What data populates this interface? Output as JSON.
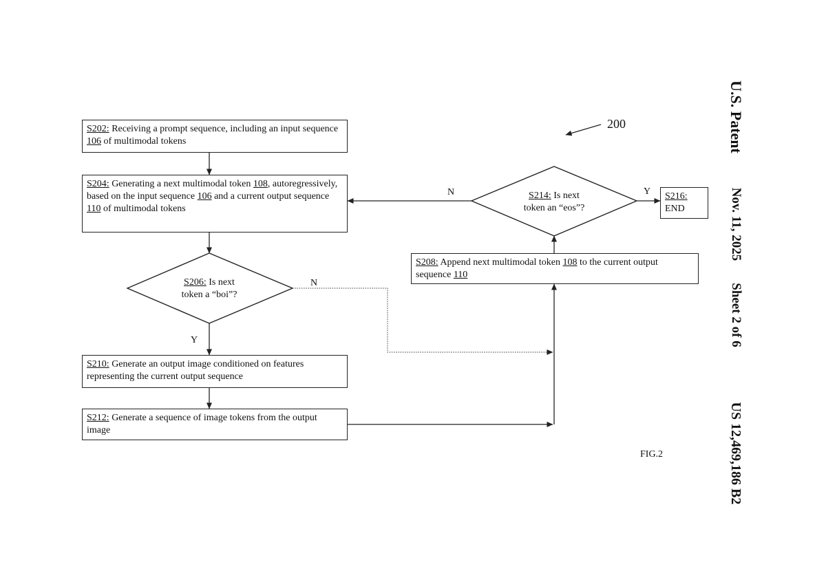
{
  "header": {
    "title": "U.S. Patent",
    "date": "Nov. 11, 2025",
    "sheet": "Sheet 2 of 6",
    "patent_number": "US 12,469,186 B2"
  },
  "figure": {
    "ref": "200",
    "caption": "FIG.2"
  },
  "steps": {
    "s202": {
      "id": "S202:",
      "p1": " Receiving a prompt sequence, including an input sequence ",
      "r1": "106",
      "p2": " of multimodal tokens"
    },
    "s204": {
      "id": "S204:",
      "p1": " Generating a next multimodal token ",
      "r1": "108",
      "p2": ", autoregressively, based on the input sequence ",
      "r2": "106",
      "p3": " and a current output sequence ",
      "r3": "110",
      "p4": " of multimodal tokens"
    },
    "s206": {
      "id": "S206:",
      "p1": " Is next",
      "p2": "token a “boi”?"
    },
    "s208": {
      "id": "S208:",
      "p1": " Append next multimodal token ",
      "r1": "108",
      "p2": " to the current output sequence ",
      "r2": "110"
    },
    "s210": {
      "id": "S210:",
      "p1": " Generate an output image conditioned on features representing the current output sequence"
    },
    "s212": {
      "id": "S212:",
      "p1": " Generate a sequence of image tokens from the output image"
    },
    "s214": {
      "id": "S214:",
      "p1": " Is next",
      "p2": "token an “eos”?"
    },
    "s216": {
      "id": "S216:",
      "p1": "END"
    }
  },
  "edges": {
    "s206_yes": "Y",
    "s206_no": "N",
    "s214_yes": "Y",
    "s214_no": "N"
  }
}
